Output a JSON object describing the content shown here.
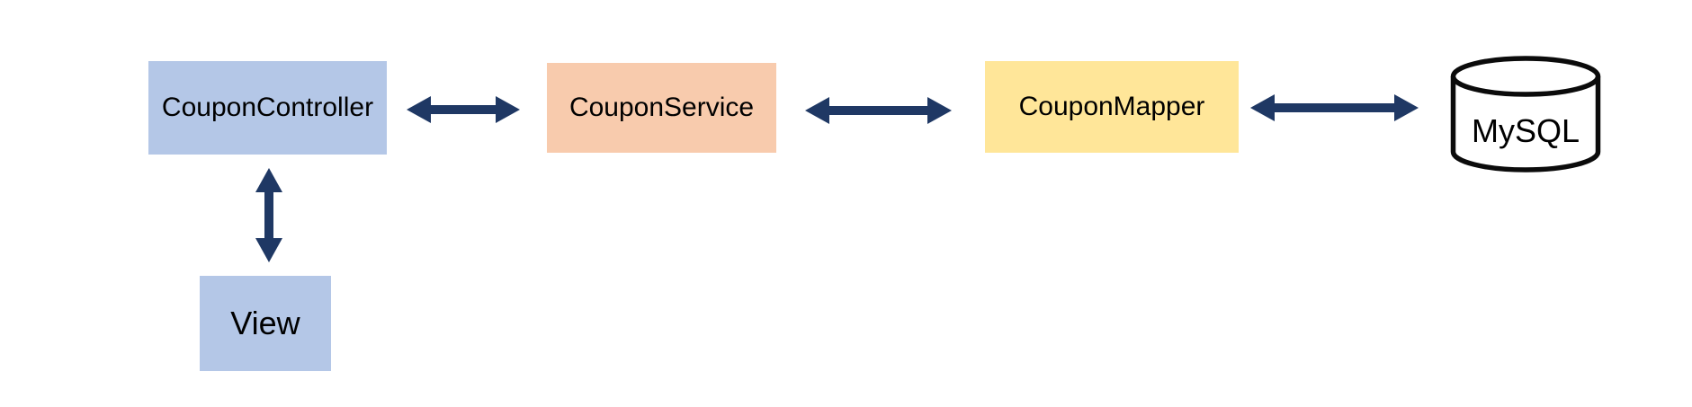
{
  "diagram": {
    "background": "#ffffff",
    "colors": {
      "arrow": "#1f3864",
      "text": "#000000",
      "cylinder_stroke": "#0b0b0b",
      "cylinder_fill": "#ffffff"
    },
    "nodes": [
      {
        "id": "coupon-controller",
        "label": "CouponController",
        "shape": "rect",
        "fill": "#b4c7e7"
      },
      {
        "id": "coupon-service",
        "label": "CouponService",
        "shape": "rect",
        "fill": "#f8cbad"
      },
      {
        "id": "coupon-mapper",
        "label": "CouponMapper",
        "shape": "rect",
        "fill": "#ffe699"
      },
      {
        "id": "view",
        "label": "View",
        "shape": "rect",
        "fill": "#b4c7e7"
      },
      {
        "id": "mysql",
        "label": "MySQL",
        "shape": "cylinder",
        "fill": "#ffffff"
      }
    ],
    "connections": [
      {
        "from": "coupon-controller",
        "to": "coupon-service",
        "direction": "bidirectional",
        "orientation": "horizontal"
      },
      {
        "from": "coupon-service",
        "to": "coupon-mapper",
        "direction": "bidirectional",
        "orientation": "horizontal"
      },
      {
        "from": "coupon-mapper",
        "to": "mysql",
        "direction": "bidirectional",
        "orientation": "horizontal"
      },
      {
        "from": "coupon-controller",
        "to": "view",
        "direction": "bidirectional",
        "orientation": "vertical"
      }
    ]
  }
}
